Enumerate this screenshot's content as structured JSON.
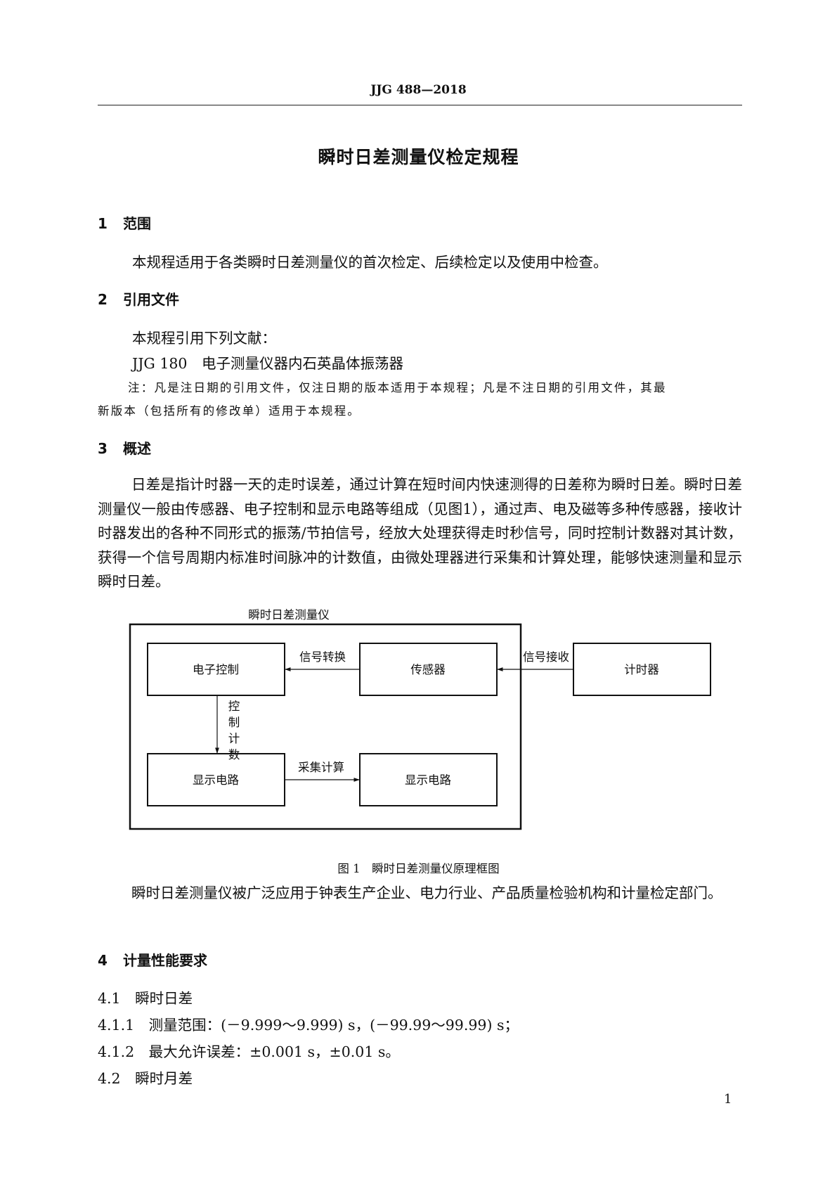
{
  "header": "JJG 488—2018",
  "title": "瞬时日差测量仪检定规程",
  "sections": {
    "s1": {
      "num": "1",
      "title": "范围",
      "text": "本规程适用于各类瞬时日差测量仪的首次检定、后续检定以及使用中检查。"
    },
    "s2": {
      "num": "2",
      "title": "引用文件",
      "intro": "本规程引用下列文献：",
      "ref": "JJG 180　电子测量仪器内石英晶体振荡器",
      "note1": "注：凡是注日期的引用文件，仅注日期的版本适用于本规程；凡是不注日期的引用文件，其最",
      "note2": "新版本（包括所有的修改单）适用于本规程。"
    },
    "s3": {
      "num": "3",
      "title": "概述",
      "para1": "日差是指计时器一天的走时误差，通过计算在短时间内快速测得的日差称为瞬时日差。瞬时日差测量仪一般由传感器、电子控制和显示电路等组成（见图1），通过声、电及磁等多种传感器，接收计时器发出的各种不同形式的振荡/节拍信号，经放大处理获得走时秒信号，同时控制计数器对其计数，获得一个信号周期内标准时间脉冲的计数值，由微处理器进行采集和计算处理，能够快速测量和显示瞬时日差。",
      "para2": "瞬时日差测量仪被广泛应用于钟表生产企业、电力行业、产品质量检验机构和计量检定部门。"
    },
    "s4": {
      "num": "4",
      "title": "计量性能要求",
      "i41": "4.1　瞬时日差",
      "i411": "4.1.1　测量范围：(－9.999～9.999) s，(－99.99～99.99) s；",
      "i412": "4.1.2　最大允许误差：±0.001 s，±0.01 s。",
      "i42": "4.2　瞬时月差"
    }
  },
  "diagram": {
    "outer_label": "瞬时日差测量仪",
    "box_control": "电子控制",
    "box_sensor": "传感器",
    "box_timer": "计时器",
    "box_display_left": "显示电路",
    "box_display_right": "显示电路",
    "arrow_convert": "信号转换",
    "arrow_receive": "信号接收",
    "arrow_collect": "采集计算",
    "arrow_count": [
      "控",
      "制",
      "计",
      "数"
    ]
  },
  "caption": "图 1　瞬时日差测量仪原理框图",
  "page_number": "1"
}
